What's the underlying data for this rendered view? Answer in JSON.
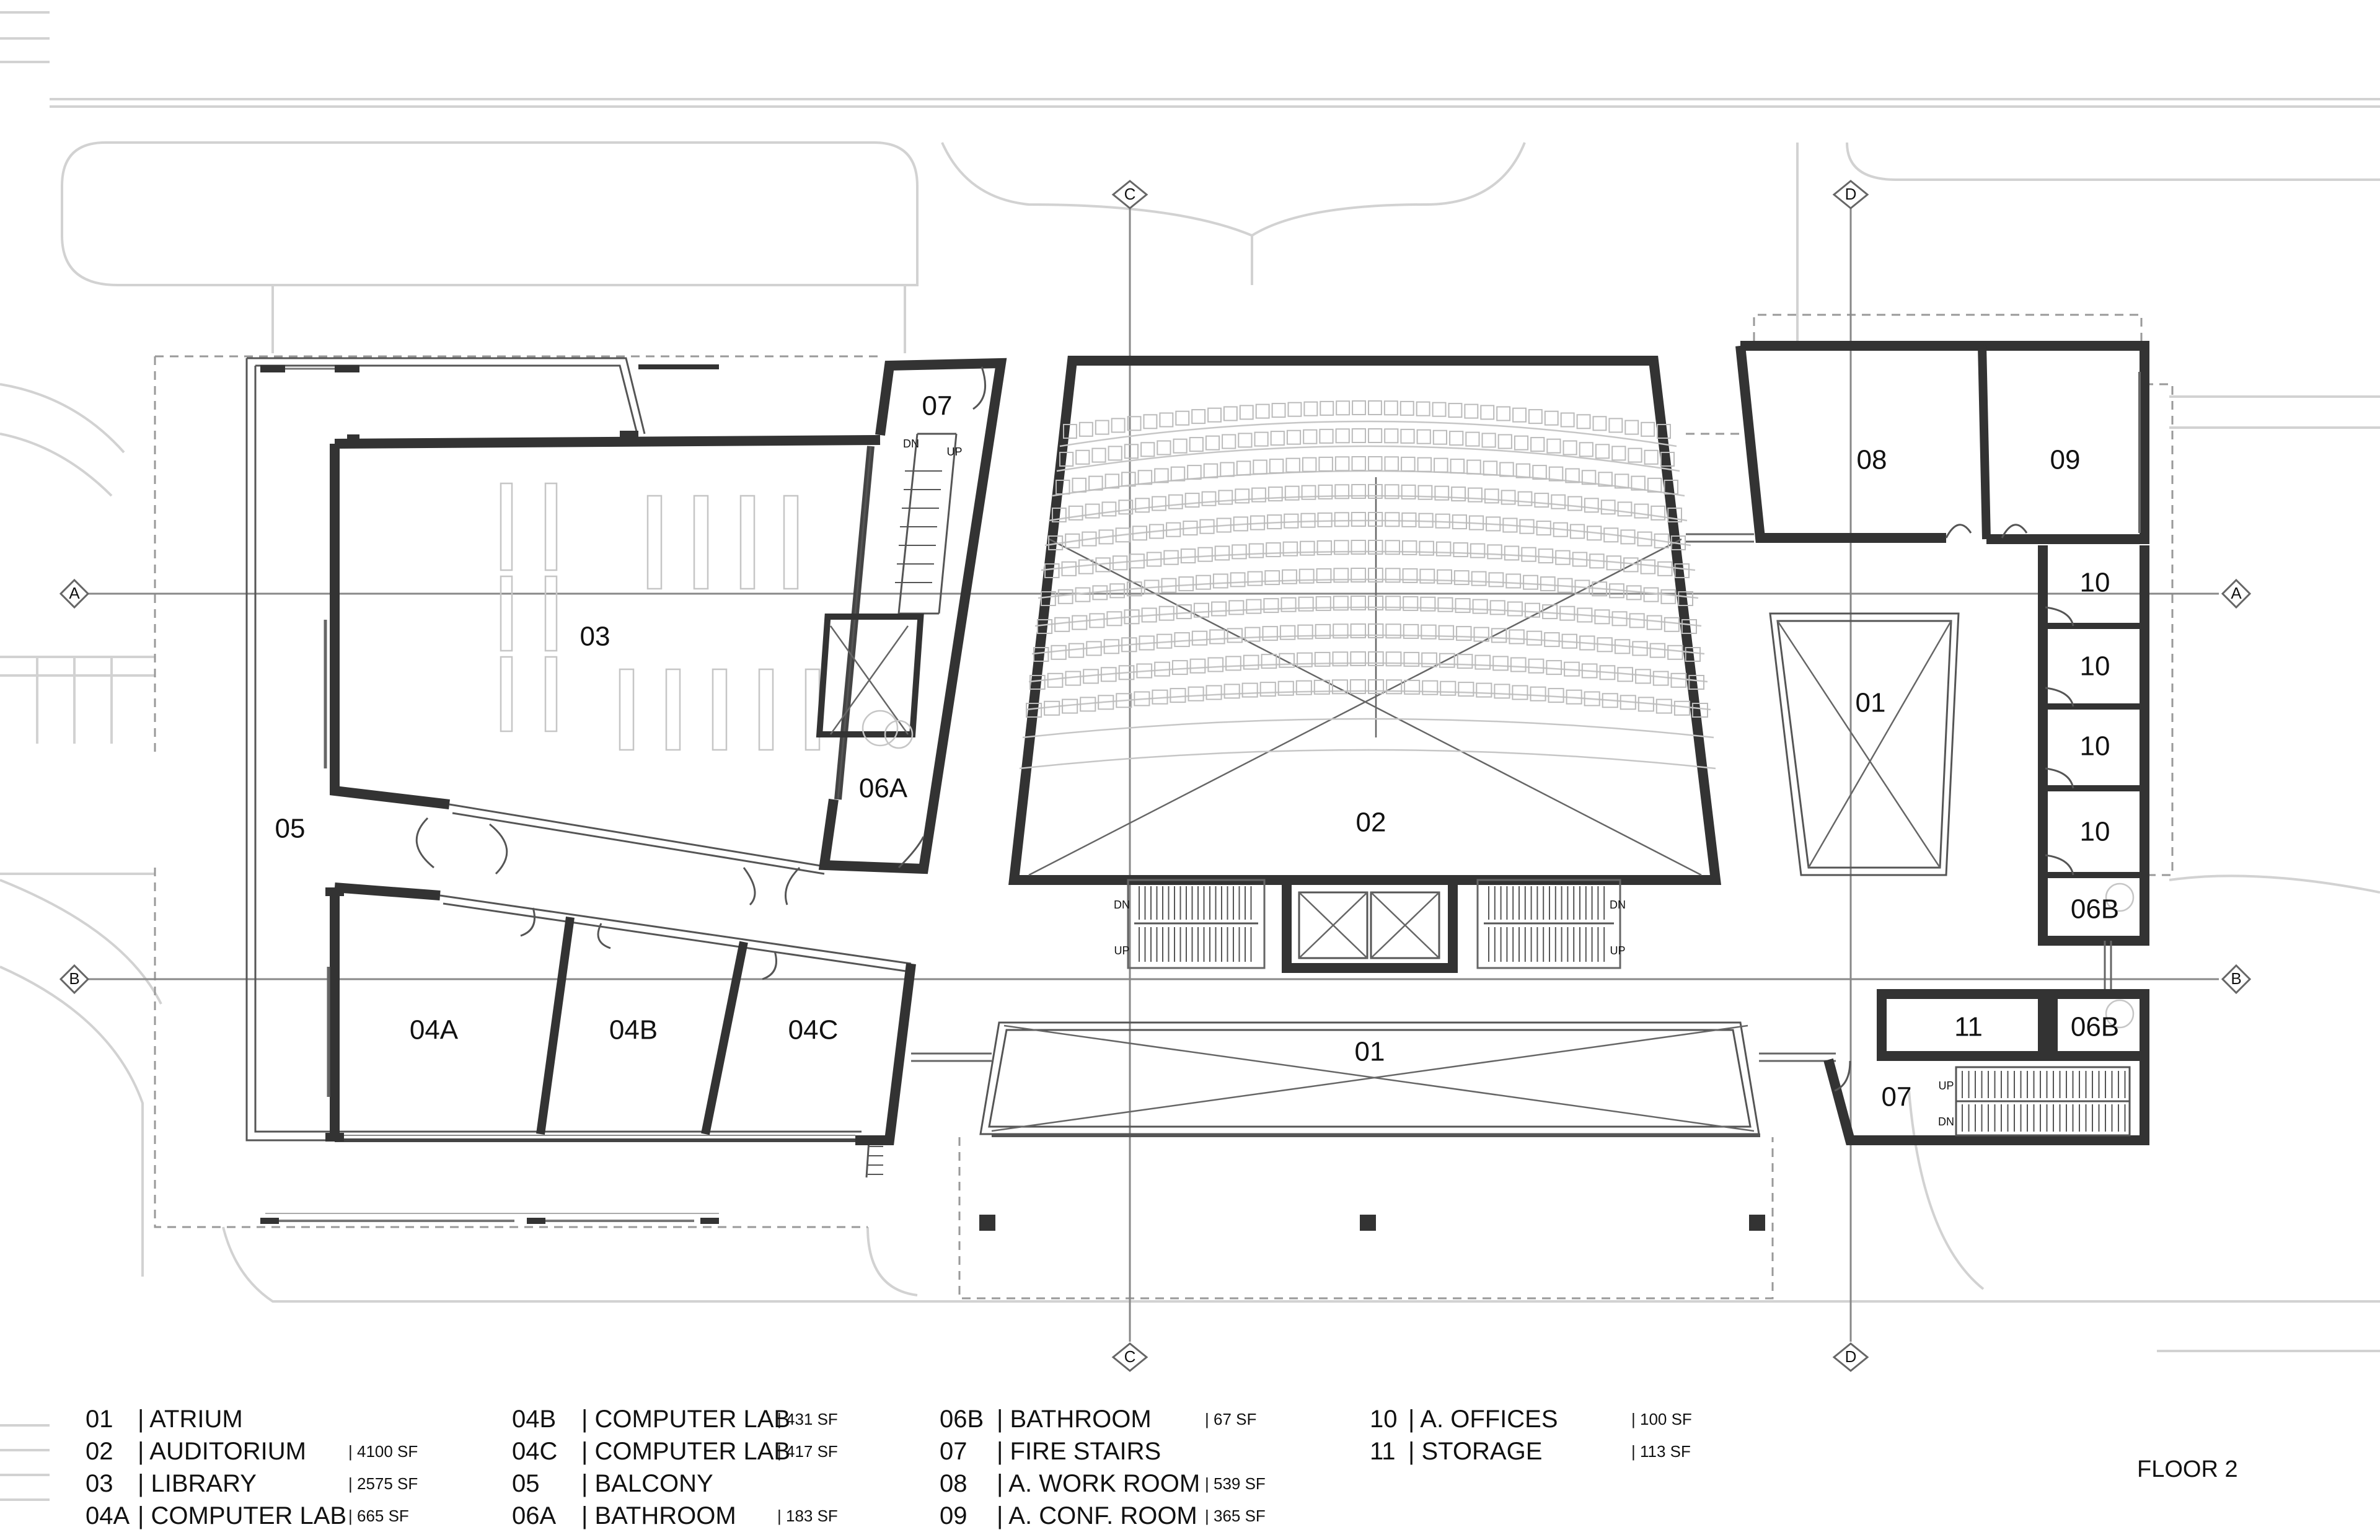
{
  "drawing": {
    "title": "FLOOR 2",
    "grid_labels": {
      "c": "C",
      "d": "D",
      "a": "A",
      "b": "B"
    },
    "stair_labels": {
      "up": "UP",
      "dn": "DN"
    }
  },
  "rooms": {
    "r01_main": "01",
    "r01_lower": "01",
    "r02": "02",
    "r03": "03",
    "r04a": "04A",
    "r04b": "04B",
    "r04c": "04C",
    "r05": "05",
    "r06a": "06A",
    "r06b_upper": "06B",
    "r06b_lower": "06B",
    "r07_left": "07",
    "r07_right": "07",
    "r08": "08",
    "r09": "09",
    "r10_1": "10",
    "r10_2": "10",
    "r10_3": "10",
    "r10_4": "10",
    "r11": "11"
  },
  "legend": [
    {
      "code": "01",
      "name": "| ATRIUM",
      "area": ""
    },
    {
      "code": "02",
      "name": "| AUDITORIUM",
      "area": "| 4100 SF"
    },
    {
      "code": "03",
      "name": "| LIBRARY",
      "area": "| 2575 SF"
    },
    {
      "code": "04A",
      "name": "| COMPUTER LAB",
      "area": "| 665 SF"
    },
    {
      "code": "04B",
      "name": "| COMPUTER LAB",
      "area": "| 431 SF"
    },
    {
      "code": "04C",
      "name": "| COMPUTER LAB",
      "area": "| 417 SF"
    },
    {
      "code": "05",
      "name": "| BALCONY",
      "area": ""
    },
    {
      "code": "06A",
      "name": "| BATHROOM",
      "area": "| 183 SF"
    },
    {
      "code": "06B",
      "name": "| BATHROOM",
      "area": "| 67 SF"
    },
    {
      "code": "07",
      "name": "| FIRE STAIRS",
      "area": ""
    },
    {
      "code": "08",
      "name": "| A. WORK ROOM",
      "area": "| 539 SF"
    },
    {
      "code": "09",
      "name": "| A. CONF. ROOM",
      "area": "| 365 SF"
    },
    {
      "code": "10",
      "name": "| A. OFFICES",
      "area": "| 100 SF"
    },
    {
      "code": "11",
      "name": "| STORAGE",
      "area": "| 113 SF"
    }
  ]
}
